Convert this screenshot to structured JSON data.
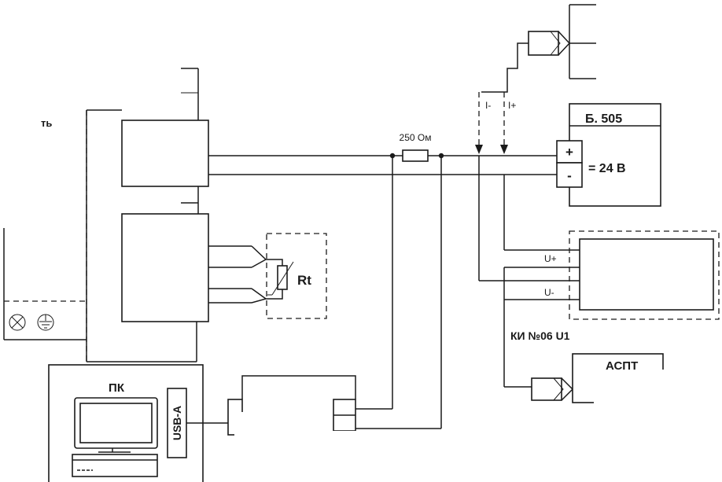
{
  "labels": {
    "partial_top_left": "ть",
    "resistor": "250 Ом",
    "current_minus": "I-",
    "current_plus": "I+",
    "psu_partial_title": "Б. 505",
    "psu_plus": "+",
    "psu_minus": "-",
    "psu_voltage": "= 24 В",
    "rt": "Rt",
    "u_plus": "U+",
    "u_minus": "U-",
    "ki": "КИ №06 U1",
    "pc": "ПК",
    "usb": "USB-A",
    "bottom_right_partial": "АСПТ"
  },
  "colors": {
    "line": "#1a1a1a",
    "background": "#ffffff"
  },
  "icons": [
    "indicator-lamp-icon",
    "ground-icon",
    "computer-monitor-icon",
    "system-unit-icon"
  ]
}
